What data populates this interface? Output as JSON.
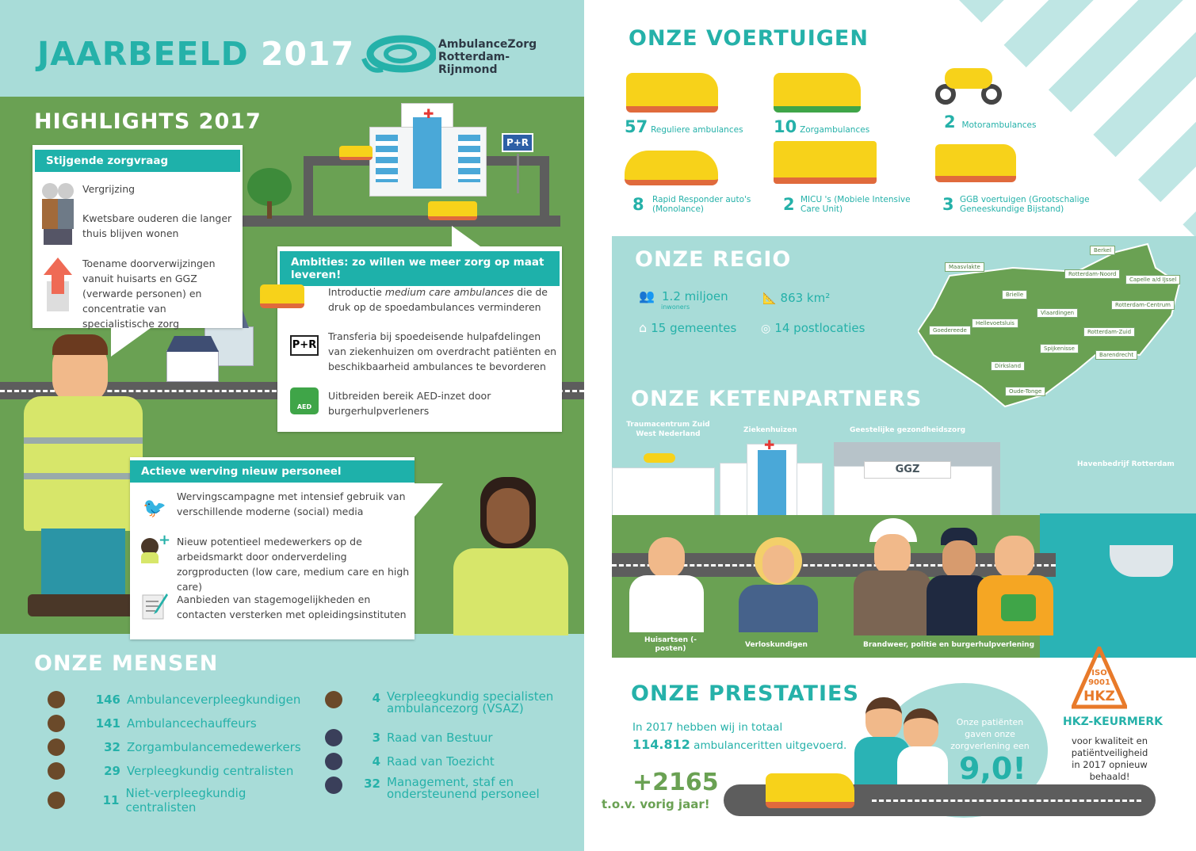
{
  "header": {
    "title_part1": "JAARBEELD",
    "title_part2": "2017",
    "logo_line1": "AmbulanceZorg",
    "logo_line2": "Rotterdam-Rijnmond"
  },
  "highlights": {
    "title": "HIGHLIGHTS 2017",
    "zorgvraag": {
      "title": "Stijgende zorgvraag",
      "items": [
        "Vergrijzing",
        "Kwetsbare ouderen die langer thuis blijven wonen",
        "Toename doorverwijzingen vanuit huisarts en GGZ (verwarde personen) en concentratie van specialistische zorg"
      ]
    },
    "ambities": {
      "title": "Ambities: zo willen we meer zorg op maat leveren!",
      "items": [
        {
          "pre": "Introductie ",
          "em": "medium care ambulances",
          "post": " die de druk op de spoedambulances verminderen"
        },
        {
          "pre": "Transferia bij spoedeisende hulpafdelingen van ziekenhuizen om overdracht patiënten en beschikbaarheid ambulances te bevorderen",
          "em": "",
          "post": ""
        },
        {
          "pre": "Uitbreiden bereik AED-inzet door burgerhulpverleners",
          "em": "",
          "post": ""
        }
      ]
    },
    "werving": {
      "title": "Actieve werving nieuw personeel",
      "items": [
        "Wervingscampagne met intensief gebruik van verschillende moderne (social) media",
        "Nieuw potentieel medewerkers op de arbeidsmarkt door onderverdeling zorgproducten (low care, medium care en high care)",
        "Aanbieden van stagemogelijkheden en contacten versterken met opleidingsinstituten"
      ]
    },
    "pr_sign": "P+R",
    "aed_label": "AED"
  },
  "mensen": {
    "title": "ONZE MENSEN",
    "left": [
      {
        "n": "146",
        "label": "Ambulanceverpleegkundigen"
      },
      {
        "n": "141",
        "label": "Ambulancechauffeurs"
      },
      {
        "n": "32",
        "label": "Zorgambulancemedewerkers"
      },
      {
        "n": "29",
        "label": "Verpleegkundig centralisten"
      },
      {
        "n": "11",
        "label": "Niet-verpleegkundig centralisten"
      }
    ],
    "right": [
      {
        "n": "4",
        "label": "Verpleegkundig specialisten ambulancezorg (VSAZ)"
      },
      {
        "n": "3",
        "label": "Raad van Bestuur"
      },
      {
        "n": "4",
        "label": "Raad van Toezicht"
      },
      {
        "n": "32",
        "label": "Management, staf en ondersteunend personeel"
      }
    ]
  },
  "voertuigen": {
    "title": "ONZE VOERTUIGEN",
    "items": [
      {
        "n": "57",
        "label": "Reguliere ambulances"
      },
      {
        "n": "10",
        "label": "Zorgambulances"
      },
      {
        "n": "2",
        "label": "Motorambulances"
      },
      {
        "n": "8",
        "label": "Rapid Responder auto's (Monolance)"
      },
      {
        "n": "2",
        "label": "MICU 's (Mobiele Intensive Care Unit)"
      },
      {
        "n": "3",
        "label": "GGB voertuigen (Grootschalige Geneeskundige Bijstand)"
      }
    ]
  },
  "regio": {
    "title": "ONZE REGIO",
    "stats": [
      {
        "value": "1.2 miljoen",
        "sub": "inwoners"
      },
      {
        "value": "863 km²",
        "sub": ""
      },
      {
        "value": "15 gemeentes",
        "sub": ""
      },
      {
        "value": "14 postlocaties",
        "sub": ""
      }
    ],
    "places": [
      "Berkel",
      "Maasvlakte",
      "Rotterdam-Noord",
      "Capelle a/d IJssel",
      "Brielle",
      "Rotterdam-Centrum",
      "Vlaardingen",
      "Hellevoetsluis",
      "Goedereede",
      "Rotterdam-Zuid",
      "Spijkenisse",
      "Barendrecht",
      "Dirksland",
      "Oude-Tonge"
    ]
  },
  "ketenpartners": {
    "title": "ONZE KETENPARTNERS",
    "labels": [
      "Traumacentrum Zuid West Nederland",
      "Ziekenhuizen",
      "Geestelijke gezondheidszorg",
      "Havenbedrijf Rotterdam",
      "Huisartsen (-posten)",
      "Verloskundigen",
      "Brandweer, politie en burgerhulpverlening"
    ],
    "ggz_sign": "GGZ"
  },
  "prestaties": {
    "title": "ONZE PRESTATIES",
    "line1": "In 2017 hebben wij in totaal",
    "rides_number": "114.812",
    "rides_text": "ambulanceritten uitgevoerd.",
    "delta": "+2165",
    "delta_sub": "t.o.v. vorig jaar!",
    "rating_text": "Onze patiënten gaven onze zorgverlening een",
    "rating": "9,0!",
    "hkz_badge_top": "ISO",
    "hkz_badge_mid": "9001",
    "hkz_badge_bot": "HKZ",
    "hkz_title_a": "HKZ",
    "hkz_title_b": "-KEURMERK",
    "hkz_text": "voor kwaliteit en patiëntveiligheid in 2017 opnieuw behaald!"
  }
}
